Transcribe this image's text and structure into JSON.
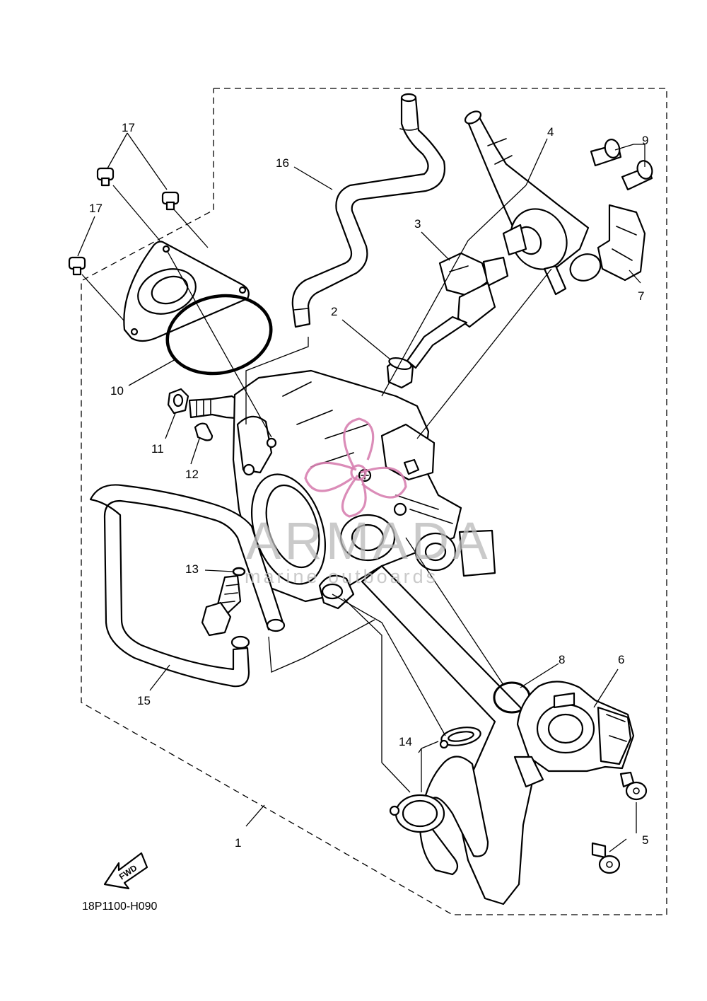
{
  "diagram": {
    "code": "18P1100-H090",
    "fwd_label": "FWD",
    "callouts": [
      "1",
      "2",
      "3",
      "4",
      "5",
      "6",
      "7",
      "8",
      "9",
      "10",
      "11",
      "12",
      "13",
      "14",
      "15",
      "16",
      "17",
      "17"
    ]
  },
  "watermark": {
    "brand": "ARMADA",
    "tagline": "marine outboards",
    "color": "#d77fb0"
  }
}
